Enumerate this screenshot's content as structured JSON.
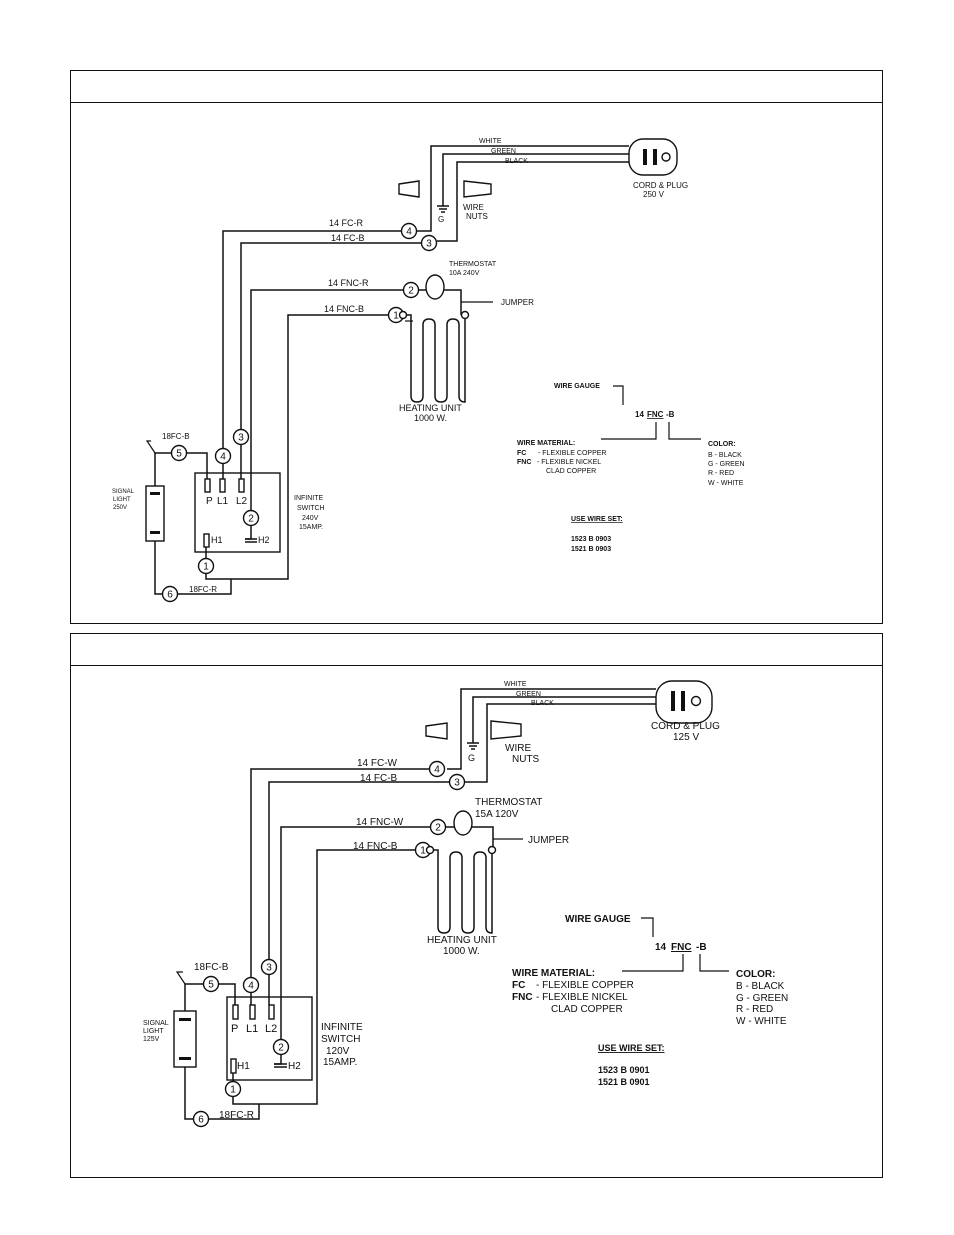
{
  "diagrams": [
    {
      "cord_label": "CORD & PLUG",
      "cord_volt": "250 V",
      "wire_white": "WHITE",
      "wire_green": "GREEN",
      "wire_black": "BLACK",
      "ground": "G",
      "wire_nuts_1": "WIRE",
      "wire_nuts_2": "NUTS",
      "w4": "14 FC-R",
      "w3": "14 FC-B",
      "w2": "14 FNC-R",
      "w1": "14 FNC-B",
      "thermo_1": "THERMOSTAT",
      "thermo_2": "10A  240V",
      "jumper": "JUMPER",
      "heat_1": "HEATING UNIT",
      "heat_2": "1000 W.",
      "w5": "18FC-B",
      "w6": "18FC-R",
      "signal_1": "SIGNAL",
      "signal_2": "LIGHT",
      "signal_3": "250V",
      "sw_1": "INFINITE",
      "sw_2": "SWITCH",
      "sw_3": "240V",
      "sw_4": "15AMP.",
      "term_p": "P",
      "term_l1": "L1",
      "term_l2": "L2",
      "term_h1": "H1",
      "term_h2": "H2",
      "n1": "1",
      "n2": "2",
      "n3": "3",
      "n4": "4",
      "n5": "5",
      "n6": "6",
      "gauge_label": "WIRE GAUGE",
      "code_14": "14",
      "code_fnc": "FNC",
      "code_b": "-B",
      "mat_title": "WIRE MATERIAL:",
      "mat_fc_k": "FC",
      "mat_fc_v": "- FLEXIBLE COPPER",
      "mat_fnc_k": "FNC",
      "mat_fnc_v": "- FLEXIBLE NICKEL",
      "mat_fnc_v2": "CLAD COPPER",
      "color_title": "COLOR:",
      "color_b": "B - BLACK",
      "color_g": "G - GREEN",
      "color_r": "R - RED",
      "color_w": "W - WHITE",
      "use_set": "USE WIRE SET:",
      "set_1": "1523 B 0903",
      "set_2": "1521 B 0903"
    },
    {
      "cord_label": "CORD & PLUG",
      "cord_volt": "125 V",
      "wire_white": "WHITE",
      "wire_green": "GREEN",
      "wire_black": "BLACK",
      "ground": "G",
      "wire_nuts_1": "WIRE",
      "wire_nuts_2": "NUTS",
      "w4": "14 FC-W",
      "w3": "14 FC-B",
      "w2": "14 FNC-W",
      "w1": "14 FNC-B",
      "thermo_1": "THERMOSTAT",
      "thermo_2": "15A  120V",
      "jumper": "JUMPER",
      "heat_1": "HEATING UNIT",
      "heat_2": "1000 W.",
      "w5": "18FC-B",
      "w6": "18FC-R",
      "signal_1": "SIGNAL",
      "signal_2": "LIGHT",
      "signal_3": "125V",
      "sw_1": "INFINITE",
      "sw_2": "SWITCH",
      "sw_3": "120V",
      "sw_4": "15AMP.",
      "term_p": "P",
      "term_l1": "L1",
      "term_l2": "L2",
      "term_h1": "H1",
      "term_h2": "H2",
      "n1": "1",
      "n2": "2",
      "n3": "3",
      "n4": "4",
      "n5": "5",
      "n6": "6",
      "gauge_label": "WIRE GAUGE",
      "code_14": "14",
      "code_fnc": "FNC",
      "code_b": "-B",
      "mat_title": "WIRE MATERIAL:",
      "mat_fc_k": "FC",
      "mat_fc_v": "- FLEXIBLE COPPER",
      "mat_fnc_k": "FNC",
      "mat_fnc_v": "- FLEXIBLE NICKEL",
      "mat_fnc_v2": "CLAD COPPER",
      "color_title": "COLOR:",
      "color_b": "B - BLACK",
      "color_g": "G - GREEN",
      "color_r": "R - RED",
      "color_w": "W - WHITE",
      "use_set": "USE WIRE SET:",
      "set_1": "1523 B 0901",
      "set_2": "1521 B 0901"
    }
  ]
}
